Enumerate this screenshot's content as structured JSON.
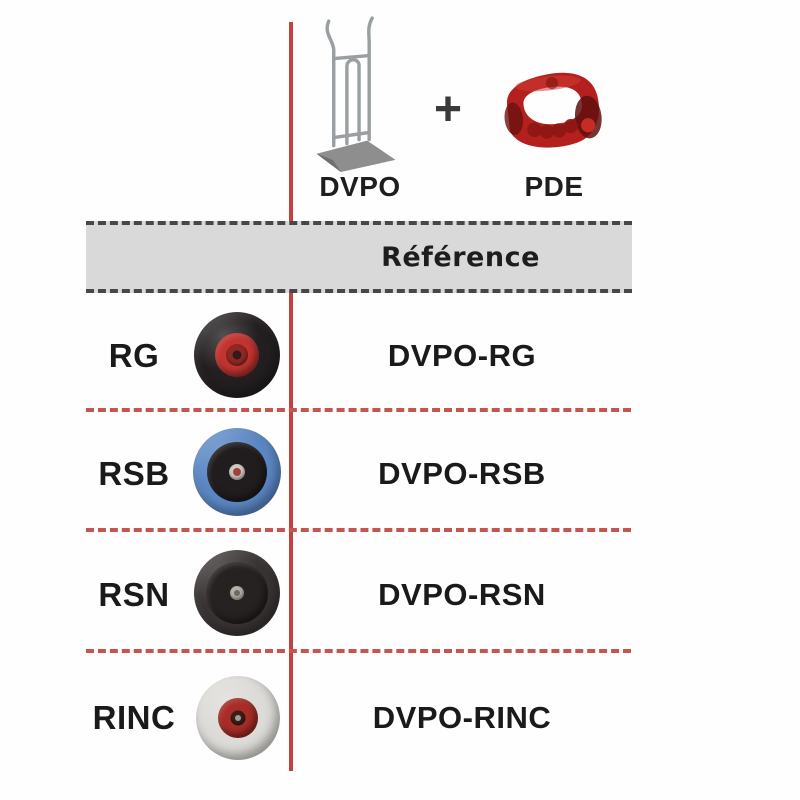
{
  "header": {
    "left_product": {
      "label": "DVPO",
      "icon": "hand-truck-icon"
    },
    "plus_sign": "+",
    "right_product": {
      "label": "PDE",
      "icon": "handle-grip-icon"
    }
  },
  "table": {
    "reference_header": "Référence",
    "band_color": "#d9d9d9",
    "band_border_color": "#474747",
    "divider_color": "#c5403c",
    "separator_color": "#c4564f",
    "rows": [
      {
        "code": "RG",
        "reference": "DVPO-RG",
        "wheel_name": "pneumatic-wheel-red-rim",
        "wheel_style": "--size:86px;--tire:#231f20;--hub:#c23430;--hubsize:44px;--cap:#8f2824;--capsize:22px;--dot:#33191a;--dotsize:9px;left:194px;top:312px"
      },
      {
        "code": "RSB",
        "reference": "DVPO-RSB",
        "wheel_name": "blue-rubber-wheel",
        "wheel_style": "--size:88px;--tire:#5b87c4;--hub:#211d1e;--hubsize:60px;--cap:#cfc8c2;--capsize:16px;--dot:#a33f3a;--dotsize:8px;left:193px;top:428px"
      },
      {
        "code": "RSN",
        "reference": "DVPO-RSN",
        "wheel_name": "black-rubber-wheel",
        "wheel_style": "--size:86px;--tire:#393433;--hub:#262221;--hubsize:62px;--cap:#b7b1aa;--capsize:14px;--dot:#6e6862;--dotsize:6px;left:194px;top:550px"
      },
      {
        "code": "RINC",
        "reference": "DVPO-RINC",
        "wheel_name": "puncture-proof-wheel-red-hub",
        "wheel_style": "--size:84px;--tire:#dcdbd7;--hub:#a72d26;--hubsize:40px;--cap:#3f1d19;--capsize:15px;--dot:#9c9c9c;--dotsize:6px;left:196px;top:676px"
      }
    ]
  }
}
